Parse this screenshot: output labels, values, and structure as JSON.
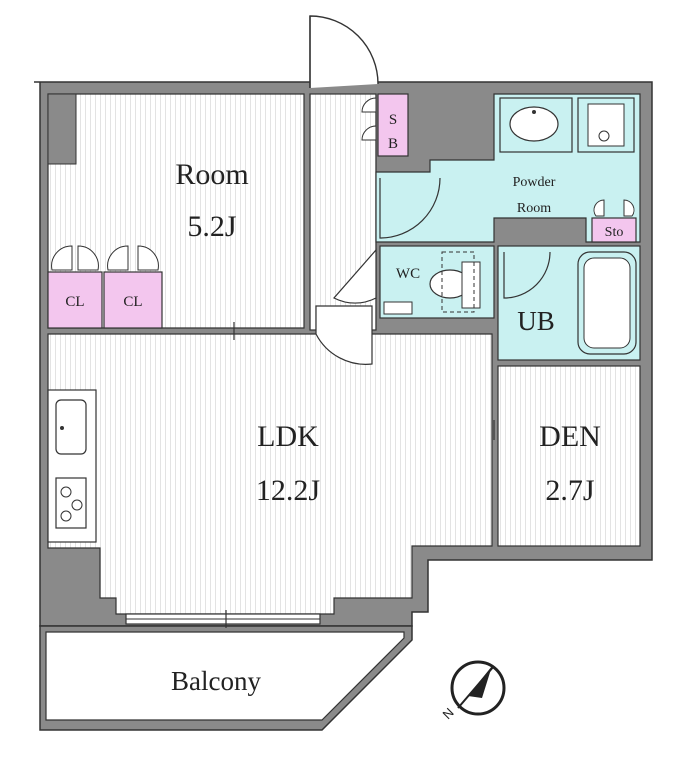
{
  "colors": {
    "wall": "#8a8a8a",
    "floor": "#ffffff",
    "floor_line": "#e6e6e6",
    "wet": "#c9f1f1",
    "storage": "#f3c6ee",
    "outline": "#333333"
  },
  "rooms": {
    "room": {
      "name": "Room",
      "size": "5.2J"
    },
    "ldk": {
      "name": "LDK",
      "size": "12.2J"
    },
    "den": {
      "name": "DEN",
      "size": "2.7J"
    },
    "powder": {
      "line1": "Powder",
      "line2": "Room"
    },
    "ub": "UB",
    "wc": "WC",
    "sb": {
      "line1": "S",
      "line2": "B"
    },
    "sto": "Sto",
    "cl1": "CL",
    "cl2": "CL",
    "balcony": "Balcony"
  },
  "compass": {
    "label": "N",
    "icon": "north-compass-icon"
  }
}
